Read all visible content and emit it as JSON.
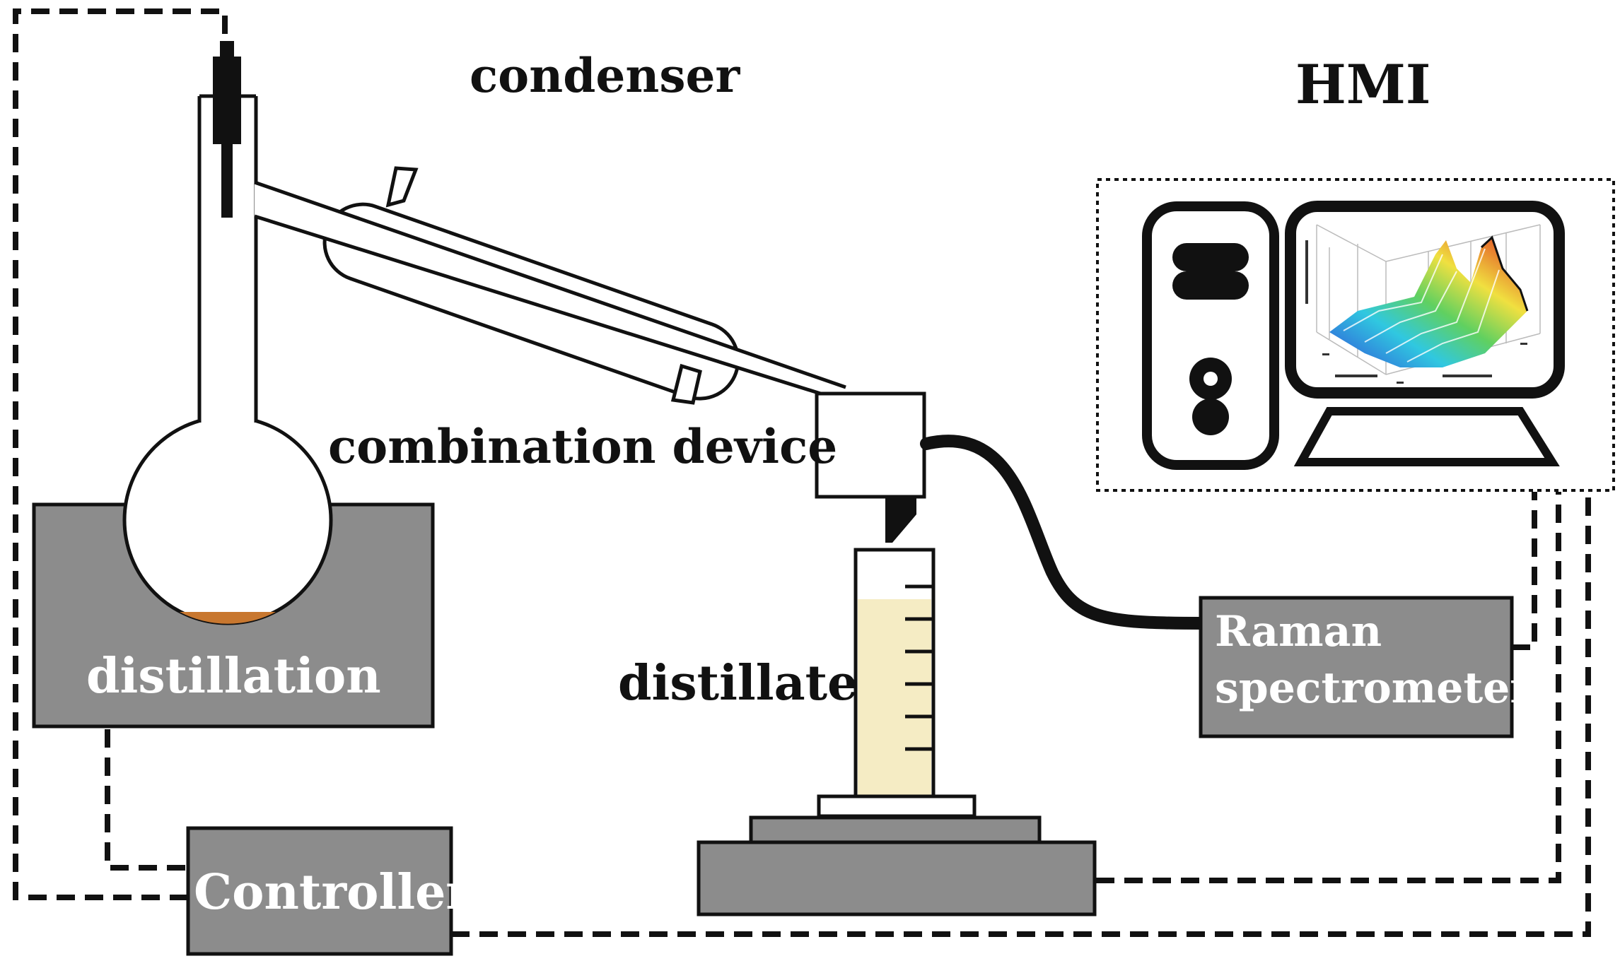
{
  "labels": {
    "condenser": "condenser",
    "hmi": "HMI",
    "combination_device": "combination device",
    "distillation": "distillation",
    "distillate": "distillate",
    "raman_line1": "Raman",
    "raman_line2": "spectrometer",
    "controller": "Controller"
  },
  "colors": {
    "heater_gray": "#8c8c8c",
    "residue": "#c8772f",
    "distillate_liquid": "#f5ecc4",
    "outline": "#111111",
    "background": "#ffffff"
  },
  "icons": [
    "computer-tower-icon",
    "monitor-icon",
    "spectra-plot-icon"
  ]
}
